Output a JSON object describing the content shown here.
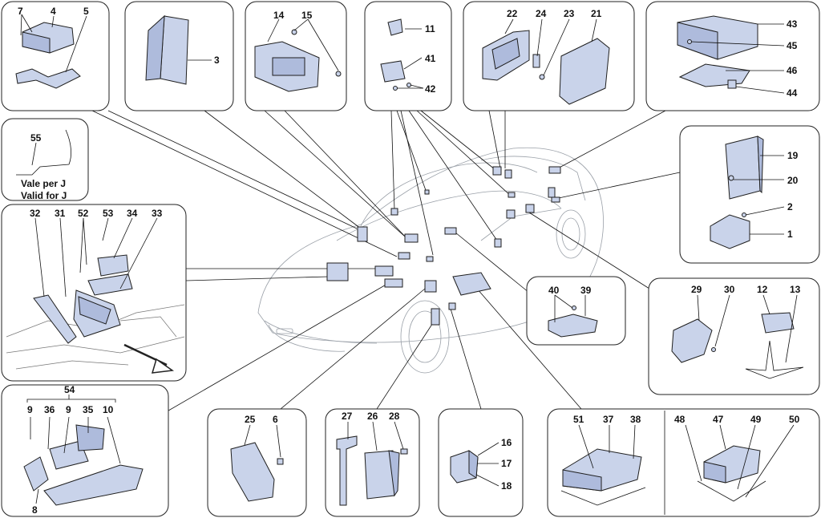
{
  "callouts": [
    "1",
    "2",
    "3",
    "4",
    "5",
    "6",
    "7",
    "8",
    "9",
    "10",
    "11",
    "12",
    "13",
    "14",
    "15",
    "16",
    "17",
    "18",
    "19",
    "20",
    "21",
    "22",
    "23",
    "24",
    "25",
    "26",
    "27",
    "28",
    "29",
    "30",
    "31",
    "32",
    "33",
    "34",
    "35",
    "36",
    "37",
    "38",
    "39",
    "40",
    "41",
    "42",
    "43",
    "44",
    "45",
    "46",
    "47",
    "48",
    "49",
    "50",
    "51",
    "52",
    "53",
    "54",
    "55"
  ],
  "notes": {
    "line1": "Vale per J",
    "line2": "Valid for J"
  },
  "colors": {
    "part_fill": "#c9d3ea",
    "part_dark": "#aebbdc",
    "stroke": "#1e1e1e",
    "car_line": "#9aa0a8"
  }
}
